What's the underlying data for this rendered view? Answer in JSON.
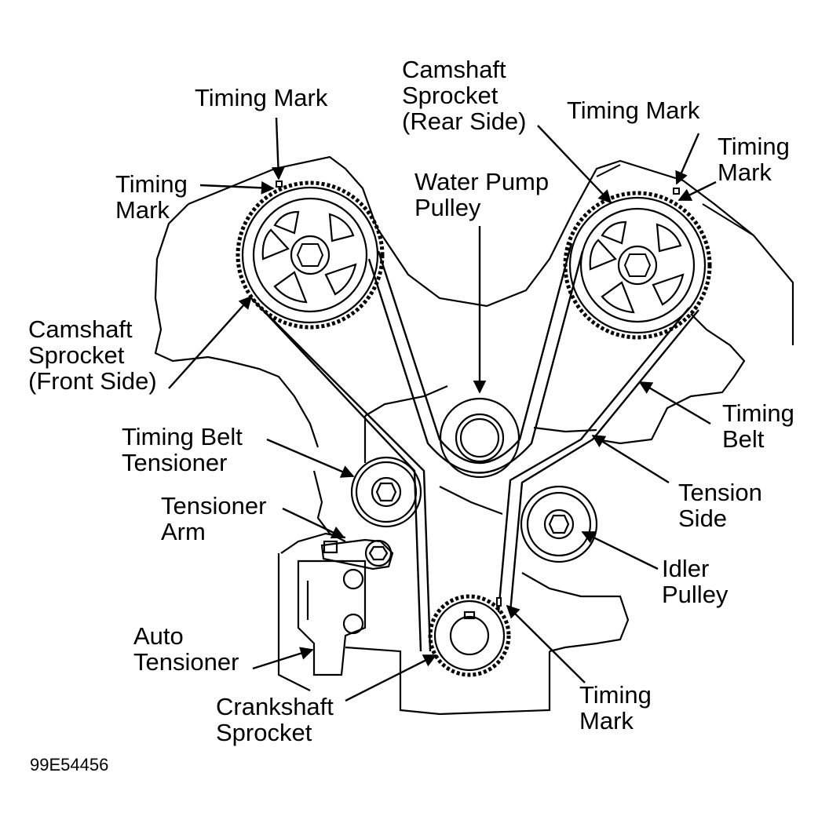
{
  "labels": {
    "timing_mark_top_left": "Timing Mark",
    "timing_mark_left": [
      "Timing",
      "Mark"
    ],
    "camshaft_front": [
      "Camshaft",
      "Sprocket",
      "(Front Side)"
    ],
    "camshaft_rear": [
      "Camshaft",
      "Sprocket",
      "(Rear Side)"
    ],
    "timing_mark_top_right": "Timing Mark",
    "timing_mark_right": [
      "Timing",
      "Mark"
    ],
    "water_pump": [
      "Water Pump",
      "Pulley"
    ],
    "timing_belt": [
      "Timing",
      "Belt"
    ],
    "tension_side": [
      "Tension",
      "Side"
    ],
    "belt_tensioner": [
      "Timing Belt",
      "Tensioner"
    ],
    "tensioner_arm": [
      "Tensioner",
      "Arm"
    ],
    "idler_pulley": [
      "Idler",
      "Pulley"
    ],
    "auto_tensioner": [
      "Auto",
      "Tensioner"
    ],
    "crankshaft": [
      "Crankshaft",
      "Sprocket"
    ],
    "timing_mark_bottom": [
      "Timing",
      "Mark"
    ]
  },
  "figure_id": "99E54456",
  "colors": {
    "ink": "#000000",
    "paper": "#ffffff"
  }
}
